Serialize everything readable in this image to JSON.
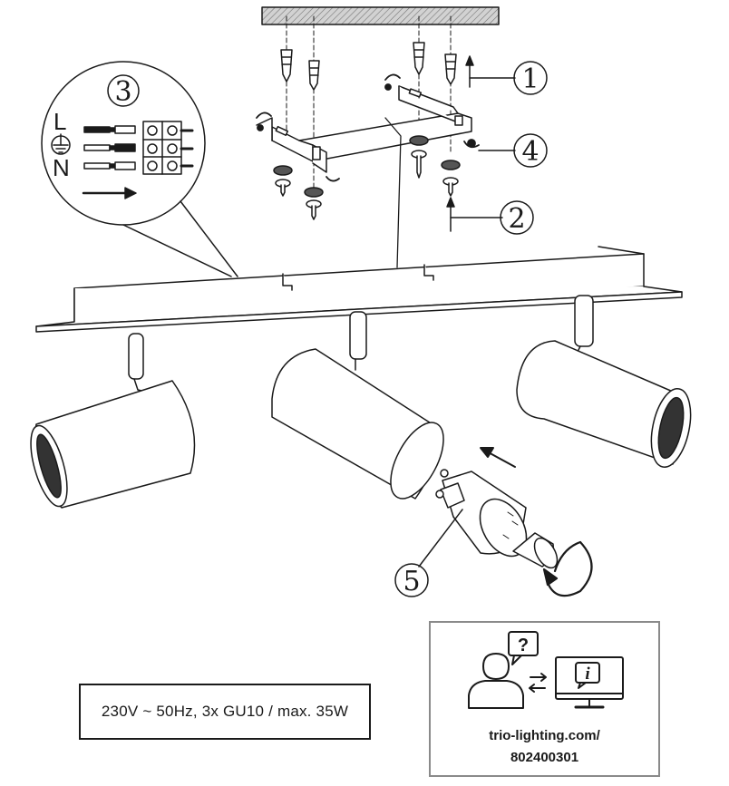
{
  "callouts": {
    "step1": "1",
    "step2": "2",
    "step3": "3",
    "step4": "4",
    "step5": "5"
  },
  "wiring": {
    "live": "L",
    "neutral": "N"
  },
  "spec_text": "230V ~ 50Hz, 3x GU10 / max. 35W",
  "info": {
    "question_mark": "?",
    "info_letter": "i",
    "url": "trio-lighting.com/",
    "code": "802400301"
  },
  "colors": {
    "line": "#1a1a1a",
    "box_border": "#8a8a8a",
    "ceiling": "#bcbcbc"
  }
}
